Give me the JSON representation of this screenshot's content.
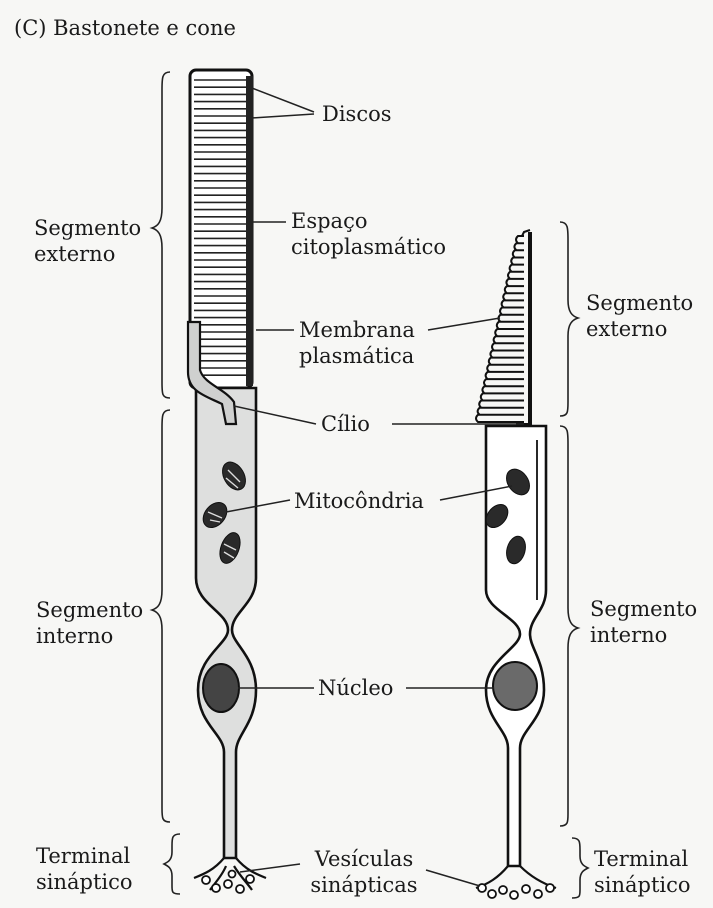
{
  "title": "(C) Bastonete e cone",
  "labels": {
    "discos": "Discos",
    "espaco": [
      "Espaço",
      "citoplasmático"
    ],
    "membrana": [
      "Membrana",
      "plasmática"
    ],
    "cilio": "Cílio",
    "mitocondria": "Mitocôndria",
    "nucleo": "Núcleo",
    "vesiculas": [
      "Vesículas",
      "sinápticas"
    ]
  },
  "rod_side": {
    "externo": [
      "Segmento",
      "externo"
    ],
    "interno": [
      "Segmento",
      "interno"
    ],
    "terminal": [
      "Terminal",
      "sináptico"
    ]
  },
  "cone_side": {
    "externo": [
      "Segmento",
      "externo"
    ],
    "interno": [
      "Segmento",
      "interno"
    ],
    "terminal": [
      "Terminal",
      "sináptico"
    ]
  }
}
